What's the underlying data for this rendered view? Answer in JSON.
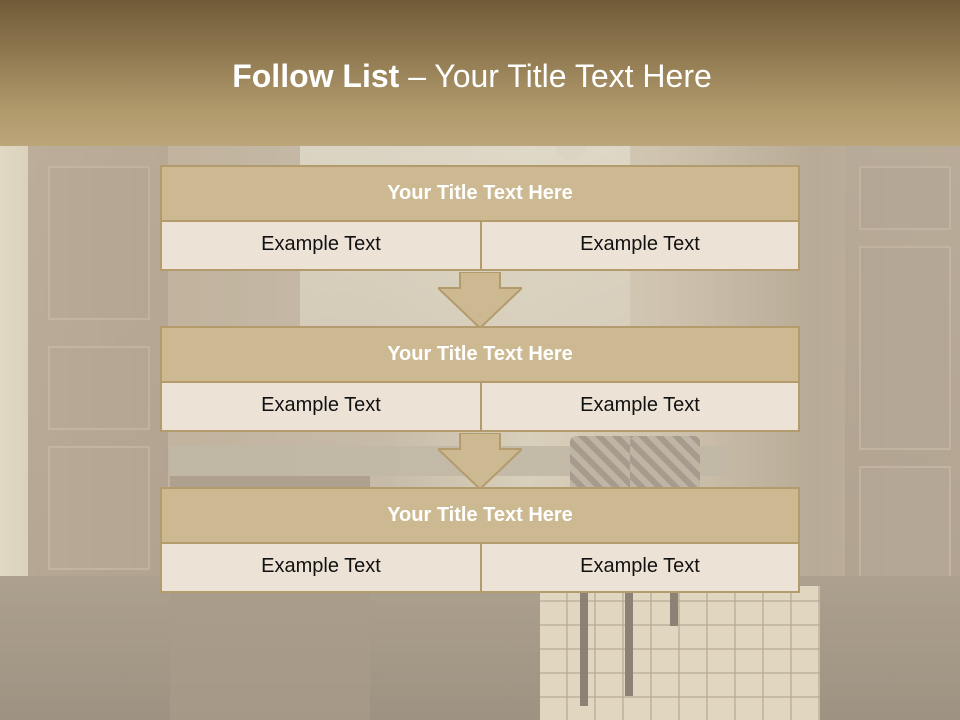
{
  "header": {
    "title_bold": "Follow List",
    "title_rest": " – Your Title Text Here"
  },
  "steps": [
    {
      "title": "Your Title Text Here",
      "left": "Example Text",
      "right": "Example Text"
    },
    {
      "title": "Your Title Text Here",
      "left": "Example Text",
      "right": "Example Text"
    },
    {
      "title": "Your Title Text Here",
      "left": "Example Text",
      "right": "Example Text"
    }
  ],
  "icons": {
    "connector": "down-arrow-icon"
  },
  "colors": {
    "header": "#8e774f",
    "title_box": "#cdb991",
    "cell_box": "#ece3d6",
    "border": "#b39b6e"
  }
}
